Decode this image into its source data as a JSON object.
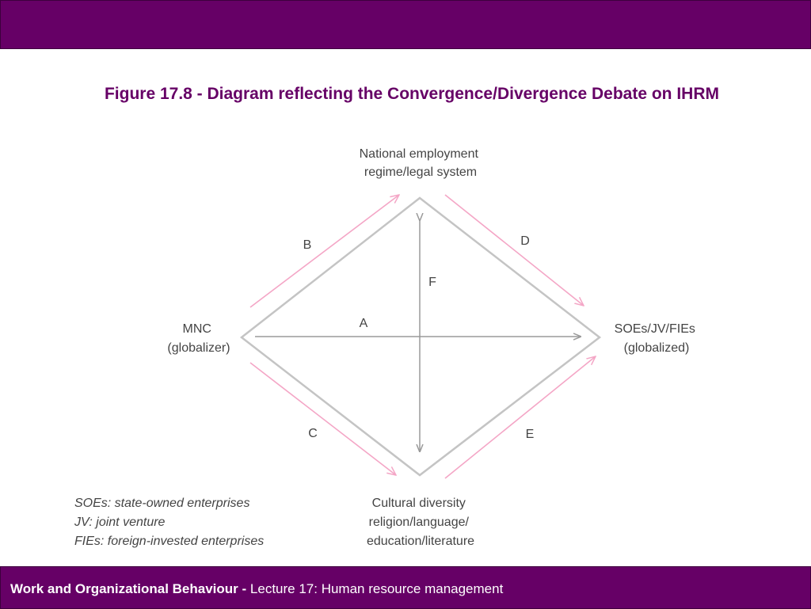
{
  "slide": {
    "title": "Figure 17.8 - Diagram reflecting the Convergence/Divergence Debate on IHRM",
    "footer_bold": "Work and Organizational Behaviour - ",
    "footer_normal": "Lecture 17: Human resource management"
  },
  "diagram": {
    "top_node": [
      "National employment",
      "regime/legal system"
    ],
    "left_node": [
      "MNC",
      "(globalizer)"
    ],
    "right_node": [
      "SOEs/JV/FIEs",
      "(globalized)"
    ],
    "bottom_node": [
      "Cultural diversity",
      "religion/language/",
      "education/literature"
    ],
    "edge_labels": {
      "a": "A",
      "b": "B",
      "c": "C",
      "d": "D",
      "e": "E",
      "f": "F"
    },
    "legend": [
      "SOEs: state-owned enterprises",
      "JV: joint venture",
      "FIEs: foreign-invested enterprises"
    ],
    "colors": {
      "frame": "#660066",
      "lines": "#b3b3b3",
      "arrows": "#f4a6c6"
    }
  }
}
